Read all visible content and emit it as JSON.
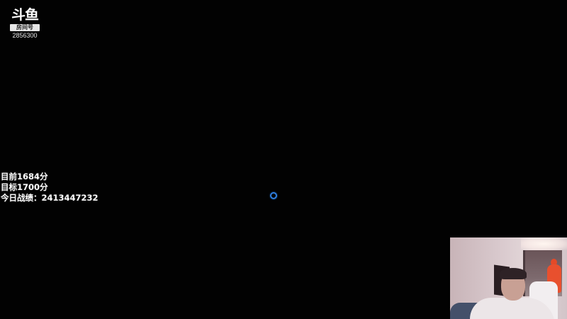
{
  "logo": {
    "brand": "斗鱼",
    "room_label": "房间号",
    "room_number": "2856300"
  },
  "overlay": {
    "current_score": "目前1684分",
    "target_score": "目标1700分",
    "today_record": "今日战绩：2413447232"
  },
  "player": {
    "state": "loading",
    "spinner_icon": "loading-spinner-icon",
    "spinner_color": "#2f7fe0",
    "background_color": "#020202"
  },
  "webcam": {
    "label": "streamer-webcam"
  }
}
